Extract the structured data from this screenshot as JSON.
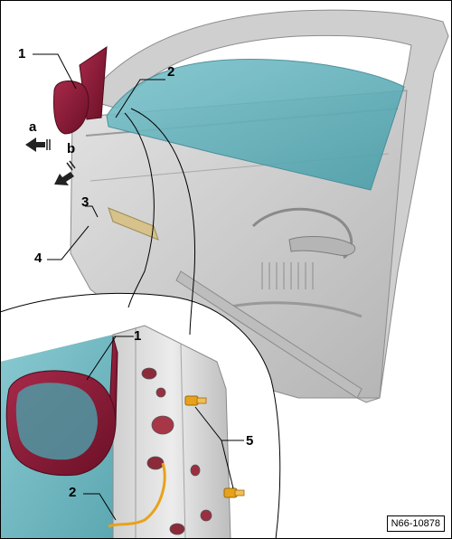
{
  "figure": {
    "reference_code": "N66-10878",
    "callouts": {
      "c1_top": "1",
      "c2_top": "2",
      "c3": "3",
      "c4": "4",
      "ca": "a",
      "cb": "b",
      "c1_detail": "1",
      "c2_detail": "2",
      "c5": "5"
    },
    "colors": {
      "mirror": "#8b1a35",
      "glass": "#5fb1bd",
      "door_body": "#c9c9c9",
      "detail_frame": "#dcdcdc",
      "bolt": "#e8a21a"
    }
  }
}
